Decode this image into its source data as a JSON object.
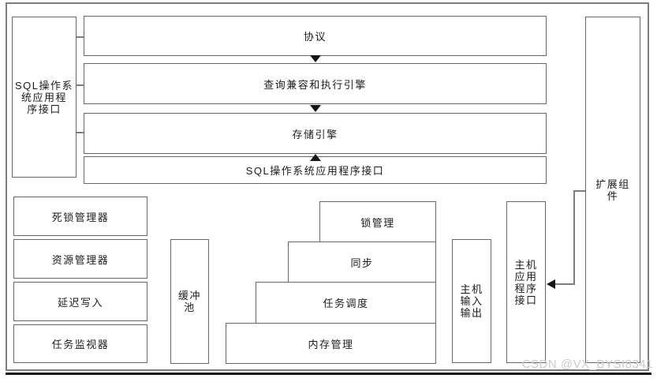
{
  "watermark": "CSDN @VX_BYSI8341",
  "colors": {
    "box_border": "#686868",
    "outer_border": "#7d7d7d",
    "arrow": "#161616",
    "text": "#1b1b1b",
    "watermark": "#cbcbcb",
    "background": "#ffffff"
  },
  "boxes": {
    "left_api": {
      "label": "SQL操作系统应用程序接口",
      "lines": [
        "SQL操作系",
        "统应用程",
        "序接口"
      ]
    },
    "top_stack": [
      {
        "label": "协议"
      },
      {
        "label": "查询兼容和执行引擎"
      },
      {
        "label": "存储引擎"
      },
      {
        "label": "SQL操作系统应用程序接口"
      }
    ],
    "left_column": [
      {
        "label": "死锁管理器"
      },
      {
        "label": "资源管理器"
      },
      {
        "label": "延迟写入"
      },
      {
        "label": "任务监视器"
      }
    ],
    "buffer_pool": {
      "label": "缓冲池",
      "lines": [
        "缓冲",
        "池"
      ]
    },
    "pyramid": [
      {
        "label": "锁管理"
      },
      {
        "label": "同步"
      },
      {
        "label": "任务调度"
      },
      {
        "label": "内存管理"
      }
    ],
    "host_io": {
      "label": "主机输入输出",
      "lines": [
        "主机",
        "输入",
        "输出"
      ]
    },
    "host_api": {
      "label": "主机应用程序接口",
      "lines": [
        "主机",
        "应用",
        "程序",
        "接口"
      ]
    },
    "extension": {
      "label": "扩展组件",
      "lines": [
        "扩展组",
        "件"
      ]
    }
  }
}
